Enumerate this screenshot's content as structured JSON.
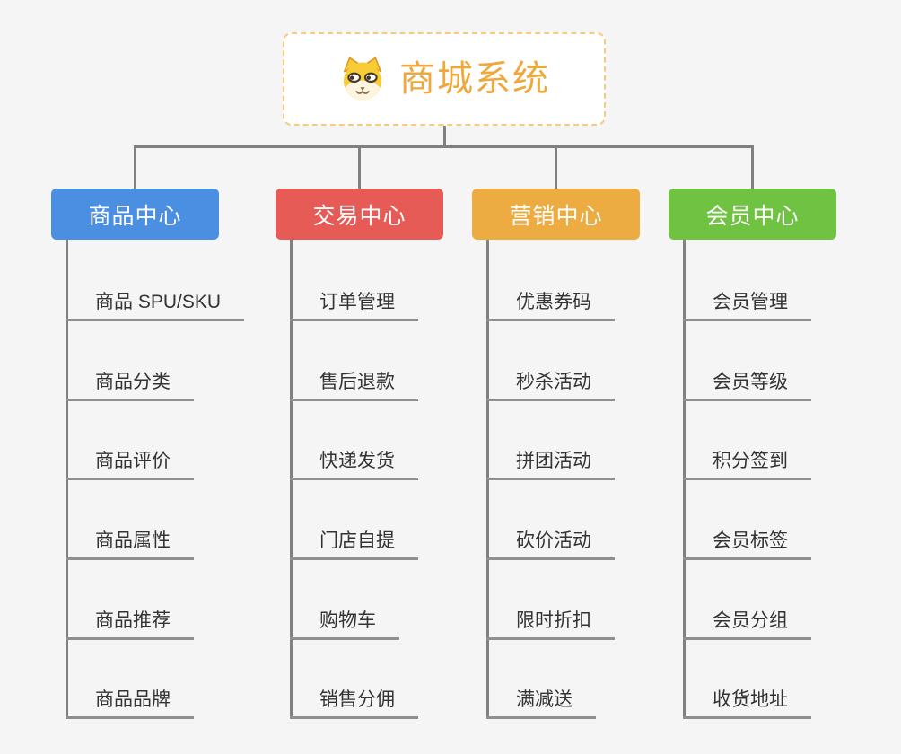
{
  "canvas": {
    "background": "#f5f5f5",
    "connector_color": "#808080"
  },
  "root": {
    "title": "商城系统",
    "icon": "dog-face-icon",
    "text_color": "#f0a83c",
    "border_color": "#f6cb80"
  },
  "branches": [
    {
      "label": "商品中心",
      "color": "#4a8fe2",
      "children": [
        "商品 SPU/SKU",
        "商品分类",
        "商品评价",
        "商品属性",
        "商品推荐",
        "商品品牌"
      ]
    },
    {
      "label": "交易中心",
      "color": "#e65b56",
      "children": [
        "订单管理",
        "售后退款",
        "快递发货",
        "门店自提",
        "购物车",
        "销售分佣"
      ]
    },
    {
      "label": "营销中心",
      "color": "#edac42",
      "children": [
        "优惠券码",
        "秒杀活动",
        "拼团活动",
        "砍价活动",
        "限时折扣",
        "满减送"
      ]
    },
    {
      "label": "会员中心",
      "color": "#6fc242",
      "children": [
        "会员管理",
        "会员等级",
        "积分签到",
        "会员标签",
        "会员分组",
        "收货地址"
      ]
    }
  ]
}
